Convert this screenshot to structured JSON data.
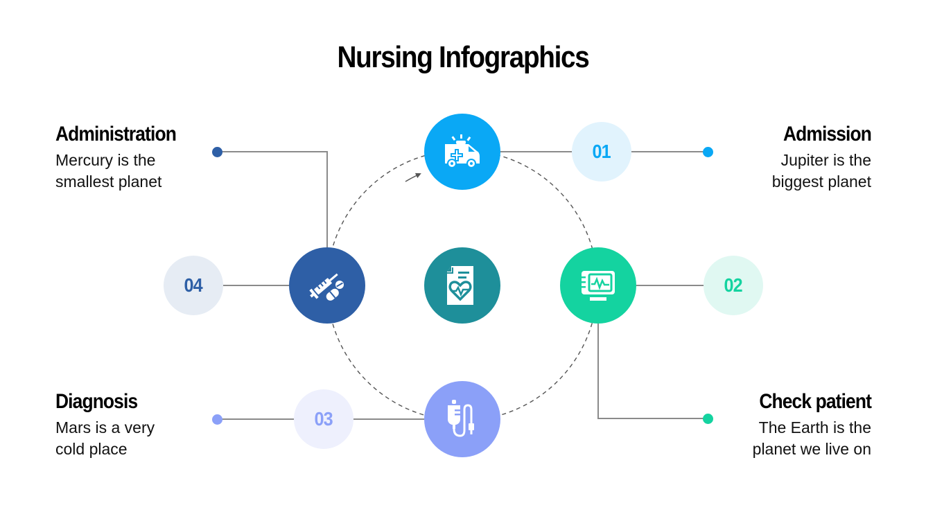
{
  "title": "Nursing Infographics",
  "colors": {
    "line": "#8a8a8a",
    "dashed_ring": "#555555",
    "admission": "#0aa8f5",
    "admission_badge_bg": "#e1f3fd",
    "check_patient": "#14d3a0",
    "check_patient_badge_bg": "#e0f8f2",
    "diagnosis": "#8ba0f8",
    "diagnosis_badge_bg": "#eef0fd",
    "administration": "#2e5fa6",
    "administration_badge_bg": "#e6ecf4",
    "center": "#1e8f9a"
  },
  "center": {
    "icon": "medical-report-heart-icon"
  },
  "steps": [
    {
      "number": "01",
      "title": "Admission",
      "description_line1": "Jupiter is the",
      "description_line2": "biggest planet",
      "icon": "ambulance-icon"
    },
    {
      "number": "02",
      "title": "Check patient",
      "description_line1": "The Earth is the",
      "description_line2": "planet we live on",
      "icon": "heart-monitor-icon"
    },
    {
      "number": "03",
      "title": "Diagnosis",
      "description_line1": "Mars is a very",
      "description_line2": "cold place",
      "icon": "iv-drip-icon"
    },
    {
      "number": "04",
      "title": "Administration",
      "description_line1": "Mercury is the",
      "description_line2": "smallest planet",
      "icon": "syringe-pills-icon"
    }
  ]
}
